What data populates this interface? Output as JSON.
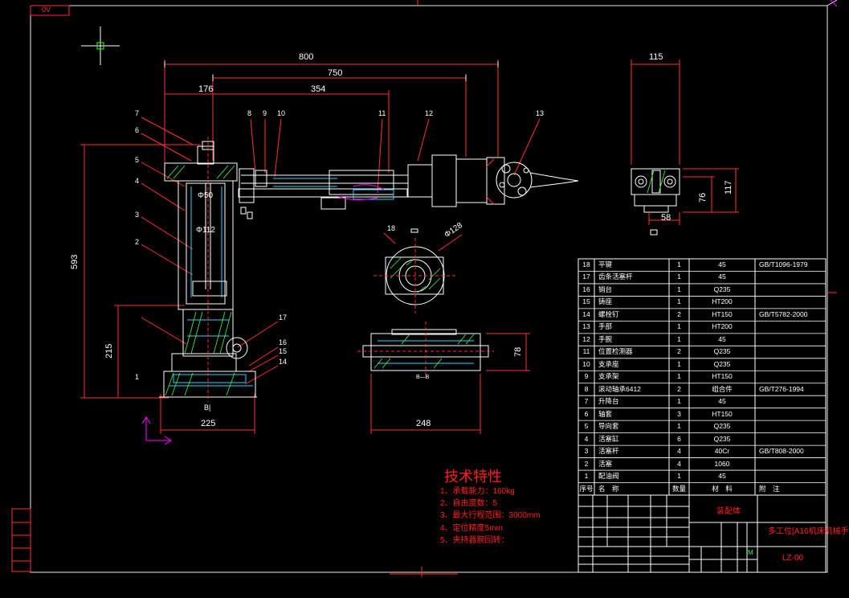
{
  "corner_tag": "0V",
  "dimensions": {
    "d800": "800",
    "d750": "750",
    "d176": "176",
    "d354": "354",
    "d115": "115",
    "d593": "593",
    "d215": "215",
    "d225": "225",
    "d248": "248",
    "d78": "78",
    "d76": "76",
    "d117": "117",
    "d58": "58",
    "dia50": "Φ50",
    "dia112": "Φ112",
    "dia128": "Φ128"
  },
  "part_numbers": [
    "1",
    "2",
    "3",
    "4",
    "5",
    "6",
    "7",
    "8",
    "9",
    "10",
    "11",
    "12",
    "13",
    "14",
    "15",
    "16",
    "17",
    "18"
  ],
  "view_labels": {
    "bi": "B|",
    "bb": "B—B"
  },
  "specs": {
    "title": "技术特性",
    "items": [
      "1、承载能力：160kg",
      "2、自由度数：5",
      "3、最大行程范围：3000mm",
      "4、定位精度5mm",
      "5、夹持器腕回转："
    ]
  },
  "bom": {
    "rows": [
      {
        "no": "18",
        "name": "平键",
        "qty": "1",
        "material": "45",
        "std": "GB/T1096-1979"
      },
      {
        "no": "17",
        "name": "齿条活塞杆",
        "qty": "1",
        "material": "45",
        "std": ""
      },
      {
        "no": "16",
        "name": "销台",
        "qty": "1",
        "material": "Q235",
        "std": ""
      },
      {
        "no": "15",
        "name": "铸座",
        "qty": "1",
        "material": "HT200",
        "std": ""
      },
      {
        "no": "14",
        "name": "螺栓钉",
        "qty": "2",
        "material": "HT150",
        "std": "GB/T5782-2000"
      },
      {
        "no": "13",
        "name": "手部",
        "qty": "1",
        "material": "HT200",
        "std": ""
      },
      {
        "no": "12",
        "name": "手腕",
        "qty": "1",
        "material": "45",
        "std": ""
      },
      {
        "no": "11",
        "name": "位置检测器",
        "qty": "2",
        "material": "Q235",
        "std": ""
      },
      {
        "no": "10",
        "name": "支承座",
        "qty": "1",
        "material": "Q235",
        "std": ""
      },
      {
        "no": "9",
        "name": "支承架",
        "qty": "1",
        "material": "HT150",
        "std": ""
      },
      {
        "no": "8",
        "name": "滚动轴承6412",
        "qty": "2",
        "material": "组合件",
        "std": "GB/T276-1994"
      },
      {
        "no": "7",
        "name": "升降台",
        "qty": "1",
        "material": "45",
        "std": ""
      },
      {
        "no": "6",
        "name": "轴套",
        "qty": "3",
        "material": "HT150",
        "std": ""
      },
      {
        "no": "5",
        "name": "导向套",
        "qty": "1",
        "material": "Q235",
        "std": ""
      },
      {
        "no": "4",
        "name": "活塞缸",
        "qty": "6",
        "material": "Q235",
        "std": ""
      },
      {
        "no": "3",
        "name": "活塞杆",
        "qty": "4",
        "material": "40Cr",
        "std": "GB/T808-2000"
      },
      {
        "no": "2",
        "name": "活塞",
        "qty": "4",
        "material": "1060",
        "std": ""
      },
      {
        "no": "1",
        "name": "配油阀",
        "qty": "1",
        "material": "45",
        "std": ""
      }
    ],
    "header": {
      "no": "序号",
      "name": "名　称",
      "qty": "数量",
      "material": "材　料",
      "std": "附　注"
    }
  },
  "title_block": {
    "drawing_name": "装配体",
    "project": "多工位[A16机床机械手",
    "code": "LZ-00",
    "sheet_mark": "M"
  }
}
